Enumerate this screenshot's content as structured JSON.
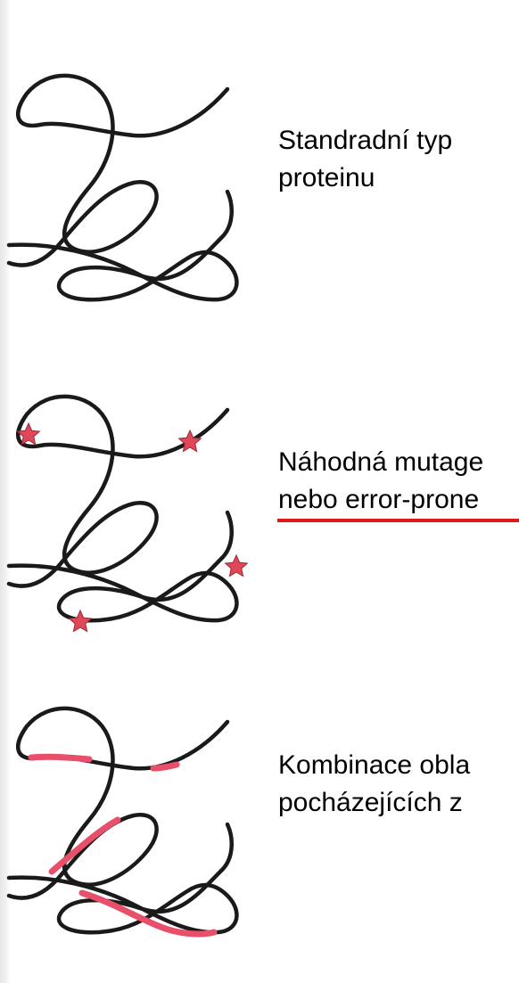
{
  "colors": {
    "strand": "#1a1a1a",
    "mutation_star": "#e0485a",
    "recombined_segment": "#e8506a",
    "underline": "#e01818"
  },
  "panels": [
    {
      "caption_lines": [
        "Standradní typ",
        "proteinu"
      ]
    },
    {
      "caption_lines": [
        "Náhodná mutage",
        "nebo error-prone"
      ],
      "marker": "star-icon"
    },
    {
      "caption_lines": [
        "Kombinace obla",
        "pocházejících z"
      ],
      "marker": "recombined-segment"
    }
  ]
}
